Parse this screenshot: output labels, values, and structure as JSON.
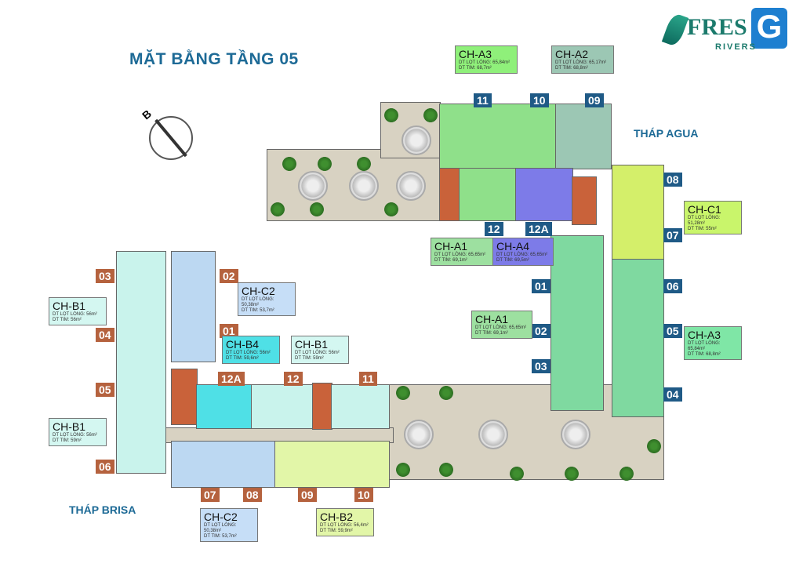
{
  "title": "MẶT BẰNG TẦNG 05",
  "logo": {
    "brand": "FRES",
    "letter": "G",
    "sub": "RIVERS"
  },
  "compass": {
    "label": "B"
  },
  "towers": {
    "agua": "THÁP AGUA",
    "brisa": "THÁP BRISA"
  },
  "colors": {
    "blue_badge": "#1f5a86",
    "brown_badge": "#b5623e",
    "green_unit": "#8fe08a",
    "teal_unit": "#9cc7b4",
    "yellow_unit": "#d4ef6a",
    "lightgreen_unit": "#7fd9a0",
    "cyan_unit": "#c9f3ec",
    "blue_unit": "#bcd8f2",
    "purple_unit": "#7d7be8",
    "b4_unit": "#4fe0e6",
    "b2_unit": "#e2f6a8"
  },
  "unit_numbers": {
    "agua": [
      "11",
      "10",
      "09",
      "12",
      "12A",
      "08",
      "07",
      "01",
      "02",
      "03",
      "06",
      "05",
      "04"
    ],
    "brisa": [
      "03",
      "02",
      "04",
      "01",
      "05",
      "12A",
      "12",
      "11",
      "06",
      "07",
      "08",
      "09",
      "10"
    ]
  },
  "info_boxes": [
    {
      "type": "CH-A3",
      "lot": "DT LỌT LÒNG: 65,84m²",
      "tim": "DT TIM: 68,7m²"
    },
    {
      "type": "CH-A2",
      "lot": "DT LỌT LÒNG: 65,17m²",
      "tim": "DT TIM: 68,8m²"
    },
    {
      "type": "CH-A1",
      "lot": "DT LỌT LÒNG: 65,65m²",
      "tim": "DT TIM: 69,1m²"
    },
    {
      "type": "CH-A4",
      "lot": "DT LỌT LÒNG: 65,65m²",
      "tim": "DT TIM: 69,5m²"
    },
    {
      "type": "CH-C1",
      "lot": "DT LỌT LÒNG: 51,28m²",
      "tim": "DT TIM: 55m²"
    },
    {
      "type": "CH-A1",
      "lot": "DT LỌT LÒNG: 65,65m²",
      "tim": "DT TIM: 69,1m²"
    },
    {
      "type": "CH-A3",
      "lot": "DT LỌT LÒNG: 65,84m²",
      "tim": "DT TIM: 68,8m²"
    },
    {
      "type": "CH-B1",
      "lot": "DT LỌT LÒNG: 56m²",
      "tim": "DT TIM: 56m²"
    },
    {
      "type": "CH-C2",
      "lot": "DT LỌT LÒNG: 50,38m²",
      "tim": "DT TIM: 53,7m²"
    },
    {
      "type": "CH-B4",
      "lot": "DT LỌT LÒNG: 56m²",
      "tim": "DT TIM: 59,6m²"
    },
    {
      "type": "CH-B1",
      "lot": "DT LỌT LÒNG: 56m²",
      "tim": "DT TIM: 59m²"
    },
    {
      "type": "CH-B1",
      "lot": "DT LỌT LÒNG: 56m²",
      "tim": "DT TIM: 59m²"
    },
    {
      "type": "CH-C2",
      "lot": "DT LỌT LÒNG: 50,38m²",
      "tim": "DT TIM: 53,7m²"
    },
    {
      "type": "CH-B2",
      "lot": "DT LỌT LÒNG: 56,4m²",
      "tim": "DT TIM: 59,9m²"
    }
  ]
}
